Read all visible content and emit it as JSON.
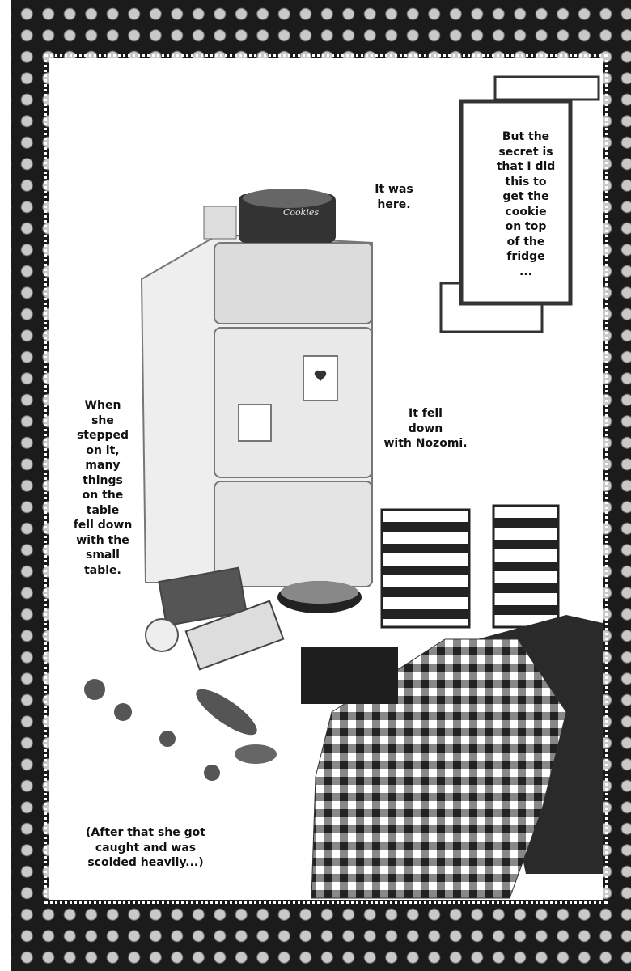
{
  "page": {
    "scroll_caption": "But the\nsecret is\nthat I did\nthis to\nget the\ncookie\non top\nof the\nfridge\n...",
    "it_was_here": "It was\nhere.",
    "when_she_stepped": "When\nshe\nstepped\non it,\nmany\nthings\non the\ntable\nfell down\nwith the\nsmall\ntable.",
    "fell_with_nozomi": "It fell\ndown\nwith Nozomi.",
    "aftermath": "(After that she got\ncaught and was\nscolded heavily...)",
    "tin_label": "Cookies"
  }
}
